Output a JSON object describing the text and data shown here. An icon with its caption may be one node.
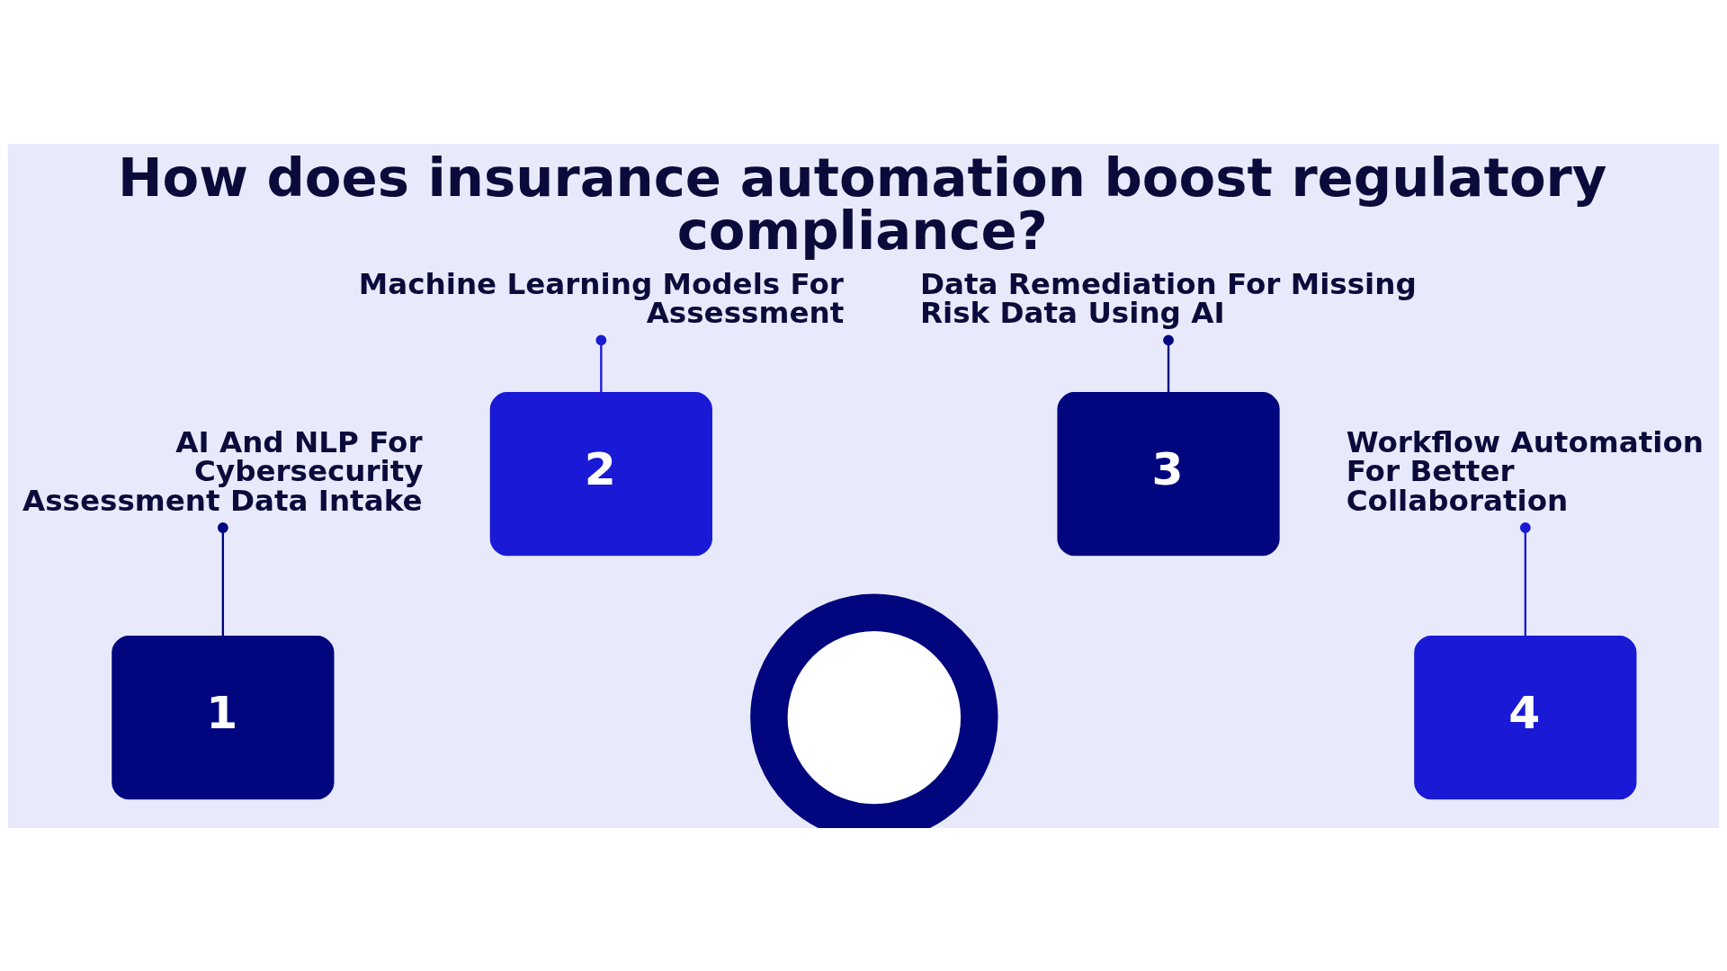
{
  "diagram": {
    "title": "How does insurance automation boost regulatory compliance?",
    "nodes": [
      {
        "text": [
          "Machine Learning Models For Assessment"
        ]
      },
      {
        "text": [
          "Data Remediation For Missing Risk Data Using AI"
        ]
      },
      {
        "text": [
          "2"
        ]
      },
      {
        "text": [
          "3"
        ]
      },
      {
        "text": [
          "AI And NLP For Cybersecurity Assessment Data Intake"
        ]
      },
      {
        "text": [
          "1"
        ]
      },
      {
        "text": [],
        "shape": "arch"
      },
      {
        "text": [
          "4"
        ]
      },
      {
        "text": [
          "Workflow Automation For Better Collaboration"
        ]
      }
    ],
    "edges": [
      {
        "from": 0,
        "to": 2,
        "arrow": "other",
        "color": "#1a1ad6"
      },
      {
        "from": 1,
        "to": 3,
        "arrow": "other",
        "color": "#02067e"
      },
      {
        "from": 4,
        "to": 5,
        "arrow": "other",
        "color": "#02067e"
      },
      {
        "from": 8,
        "to": 7,
        "arrow": "other",
        "color": "#1a1ad6"
      }
    ]
  }
}
